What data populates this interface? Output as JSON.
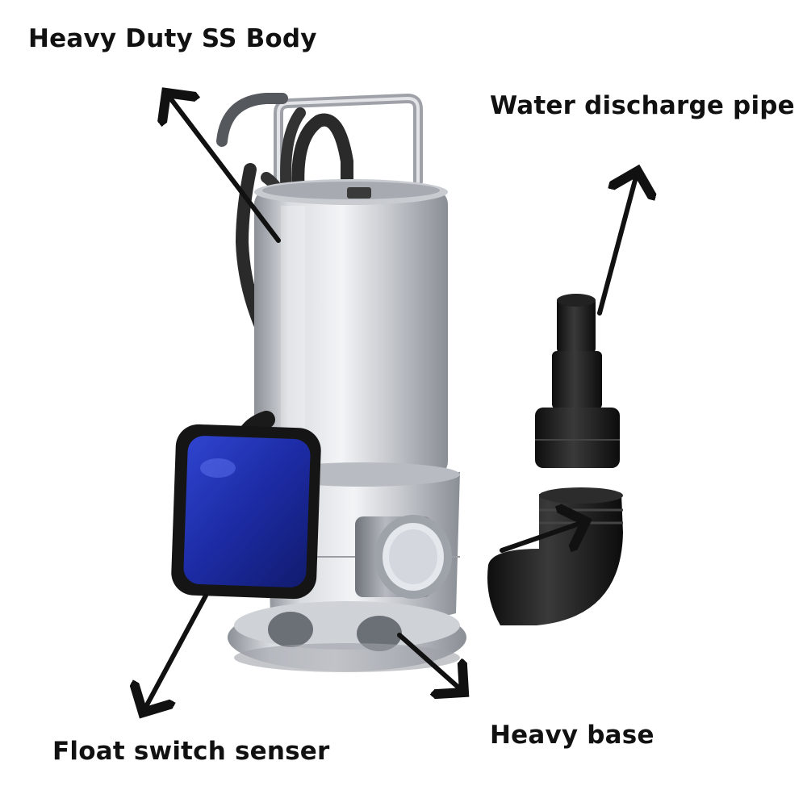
{
  "labels": {
    "body": "Heavy Duty SS Body",
    "discharge_pipe": "Water discharge pipe",
    "base": "Heavy base",
    "float_switch": "Float switch senser"
  },
  "colors": {
    "background": "#ffffff",
    "steel_light": "#e6e8eb",
    "steel_mid": "#b9bdc3",
    "steel_dark": "#7d8188",
    "float_blue": "#1f2fa8",
    "float_frame": "#151515",
    "pipe_black": "#1a1a1a",
    "cable": "#2a2a2a",
    "arrow": "#111111"
  },
  "icons": [
    "pump-illustration",
    "float-switch-icon",
    "discharge-pipe-icon",
    "elbow-pipe-icon"
  ]
}
